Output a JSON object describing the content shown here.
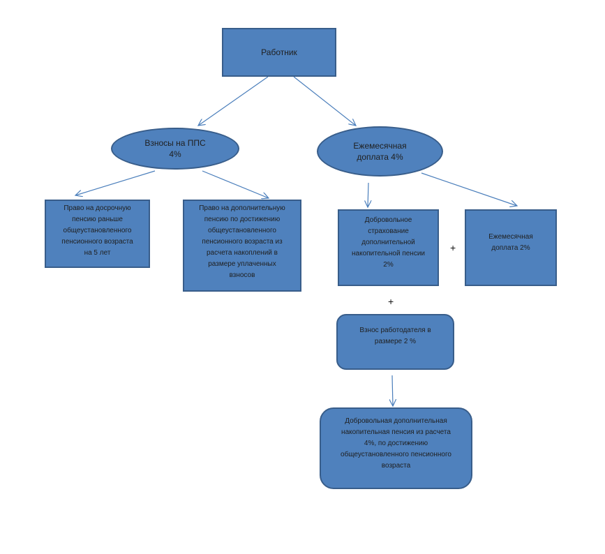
{
  "colors": {
    "node_fill": "#4f81bd",
    "node_border": "#385d8a",
    "arrow": "#4a7ebb"
  },
  "nodes": {
    "worker": "Работник",
    "contrib_pps": "Взносы на ППС\n4%",
    "monthly_supplement": "Ежемесячная\nдоплата 4%",
    "early_pension": "Право на досрочную\nпенсию раньше\nобщеустановленного\nпенсионного возраста\nна  5 лет",
    "additional_pension": "Право на дополнительную\nпенсию по достижению\nобщеустановленного\nпенсионного возраста из\nрасчета накоплений в\nразмере уплаченных\nвзносов",
    "voluntary_insurance": "Добровольное\nстрахование\nдополнительной\nнакопительной пенсии\n2%",
    "monthly_supplement_2": "Ежемесячная\nдоплата 2%",
    "employer_contribution": "Взнос работодателя в\nразмере 2 %",
    "voluntary_pension": "Добровольная дополнительная\nнакопительная пенсия из расчета\n4%,  по достижению\nобщеустановленного пенсионного\nвозраста"
  },
  "plus_signs": [
    "+",
    "+"
  ]
}
